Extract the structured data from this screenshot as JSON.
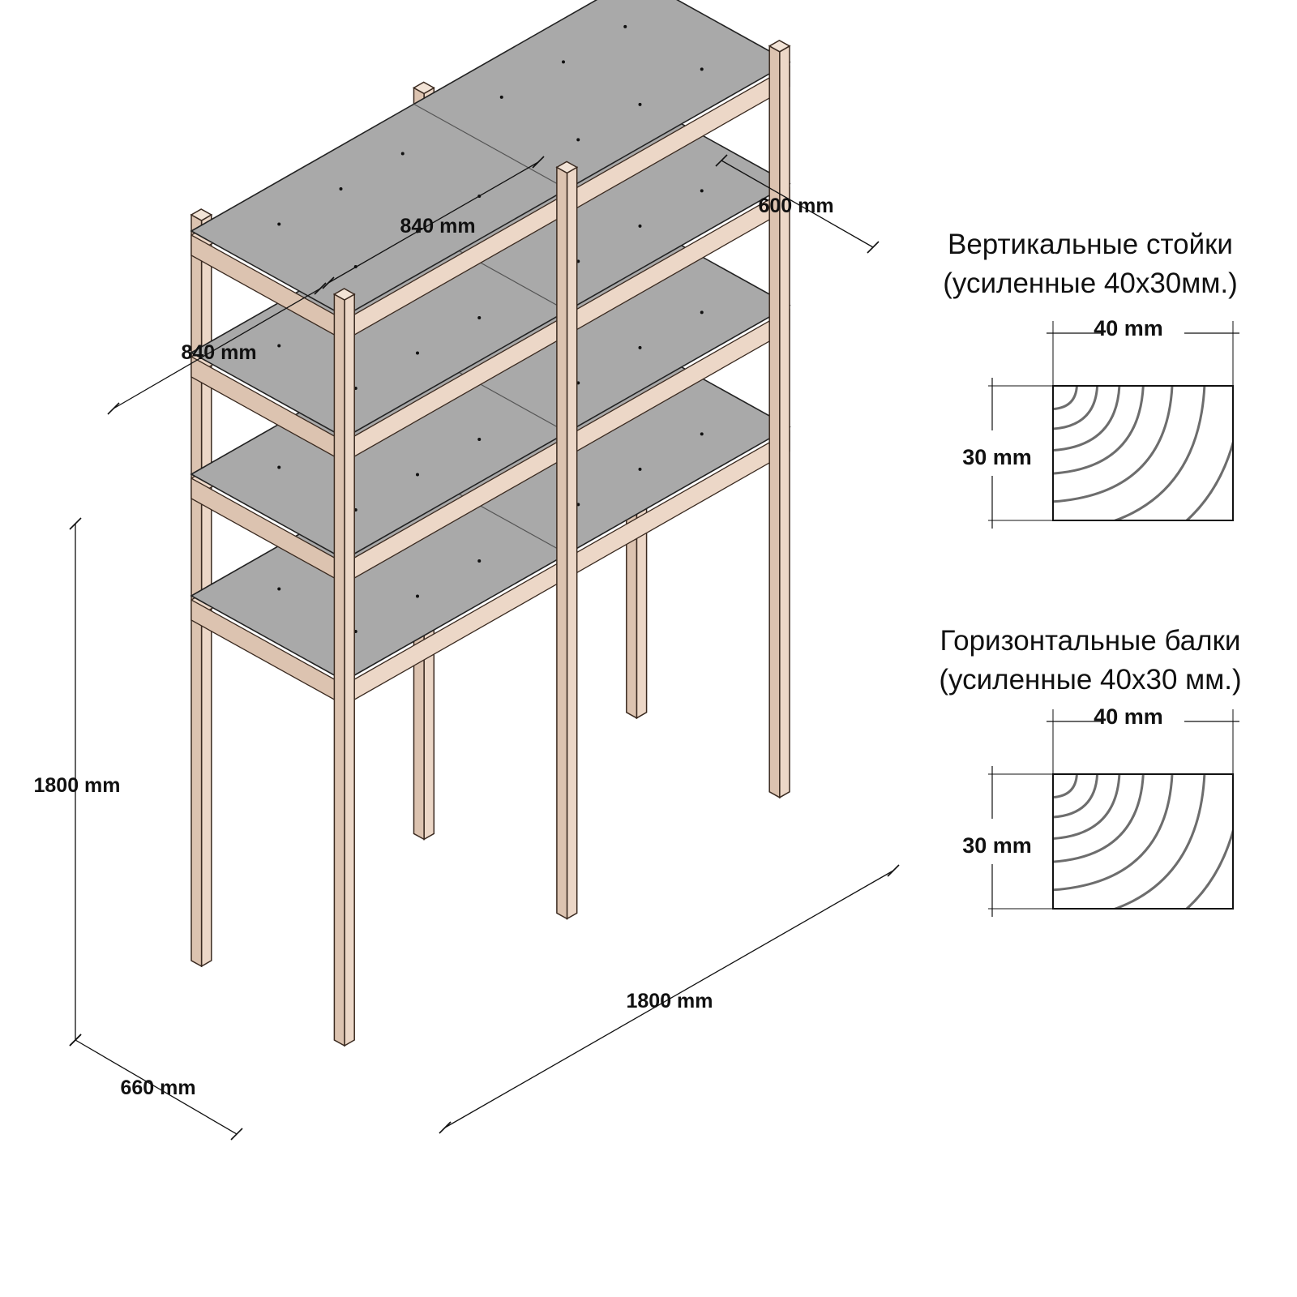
{
  "dimensions": {
    "top_left_length": "840 mm",
    "top_right_length": "840 mm",
    "top_depth": "600 mm",
    "height": "1800 mm",
    "bottom_depth": "660 mm",
    "bottom_length": "1800 mm"
  },
  "sections": [
    {
      "title_line1": "Вертикальные стойки",
      "title_line2": "(усиленные 40х30мм.)",
      "width_label": "40 mm",
      "height_label": "30 mm"
    },
    {
      "title_line1": "Горизонтальные балки",
      "title_line2": "(усиленные 40х30 мм.)",
      "width_label": "40 mm",
      "height_label": "30 mm"
    }
  ],
  "colors": {
    "wood": "#ecd7c7",
    "wood_edge": "#3a2a20",
    "shelf": "#a9a9a9",
    "line": "#111111"
  }
}
